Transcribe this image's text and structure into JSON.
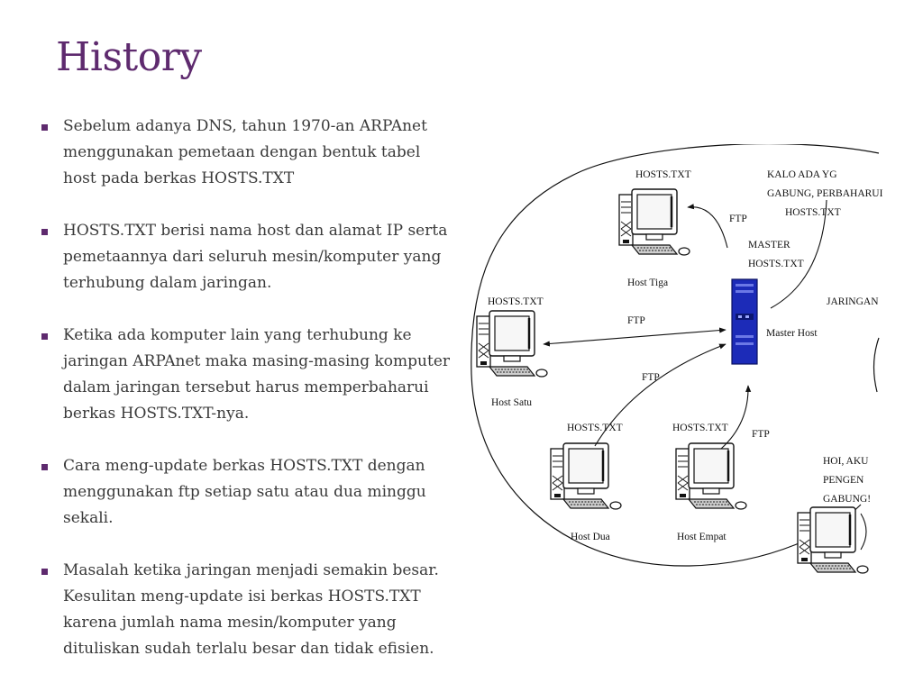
{
  "slide": {
    "title": "History",
    "bullets": [
      "Sebelum adanya DNS, tahun 1970-an ARPAnet menggunakan pemetaan dengan bentuk tabel host pada berkas HOSTS.TXT",
      "HOSTS.TXT berisi nama host dan alamat IP serta pemetaannya dari seluruh mesin/komputer yang terhubung dalam jaringan.",
      "Ketika ada komputer lain yang terhubung ke jaringan ARPAnet maka masing-masing komputer dalam jaringan tersebut harus memperbaharui berkas HOSTS.TXT-nya.",
      "Cara meng-update berkas HOSTS.TXT dengan menggunakan ftp setiap satu atau dua minggu sekali.",
      "Masalah ketika jaringan menjadi semakin besar. Kesulitan meng-update isi berkas HOSTS.TXT karena jumlah nama mesin/komputer yang dituliskan sudah terlalu besar dan tidak efisien."
    ]
  },
  "diagram": {
    "hosts_file": "HOSTS.TXT",
    "ftp": "FTP",
    "master_label_line1": "MASTER",
    "master_label_line2": "HOSTS.TXT",
    "master_host": "Master Host",
    "host_tiga": "Host Tiga",
    "host_satu": "Host Satu",
    "host_dua": "Host Dua",
    "host_empat": "Host Empat",
    "note_line1": "KALO ADA YG",
    "note_line2": "GABUNG, PERBAHARUI",
    "note_line3": "HOSTS.TXT",
    "jaringan": "JARINGAN",
    "new_line1": "HOI, AKU",
    "new_line2": "PENGEN",
    "new_line3": "GABUNG!"
  },
  "colors": {
    "title": "#5e2a6e",
    "bullet_marker": "#5e2a6e",
    "body_text": "#3a3a3a",
    "server": "#1c2bb8"
  }
}
